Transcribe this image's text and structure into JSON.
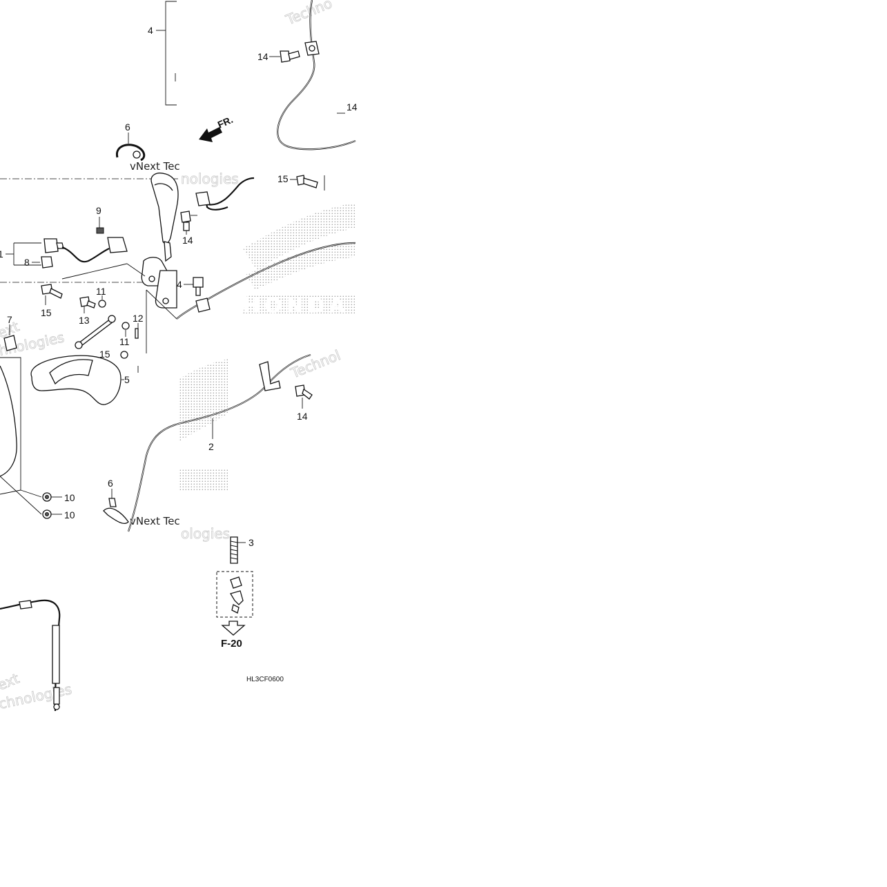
{
  "diagram": {
    "callouts": {
      "c4_top": "4",
      "c6_top": "6",
      "c9": "9",
      "c1": "1",
      "c8": "8",
      "c15_left": "15",
      "c13": "13",
      "c11_top": "11",
      "c11_bottom": "11",
      "c12": "12",
      "c7": "7",
      "c15_mid": "15",
      "c5": "5",
      "c10_a": "10",
      "c10_b": "10",
      "c6_bottom": "6",
      "c14_top": "14",
      "c14_right_clip": "14",
      "c15_right": "15",
      "c14_lever": "14",
      "c4_mid": "4",
      "c14_lower": "14",
      "c2": "2",
      "c3": "3"
    },
    "direction_label": "FR.",
    "section_ref": "F-20",
    "figure_code": "HL3CF0600",
    "watermarks": {
      "technologies_top": "Techno",
      "technologies_mid": "Technol",
      "vnext_1": "vNext Tec",
      "nologies_1": "nologies",
      "vnext_2": "vNext Tec",
      "nologies_2": "ologies",
      "next_left": "ext",
      "nologies_left": "hnologies",
      "bottom_next": "ext",
      "bottom_nologies": "chnologies"
    },
    "logo_text": "HONDA",
    "icons": [
      "fr-arrow-icon",
      "down-arrow-icon"
    ]
  }
}
